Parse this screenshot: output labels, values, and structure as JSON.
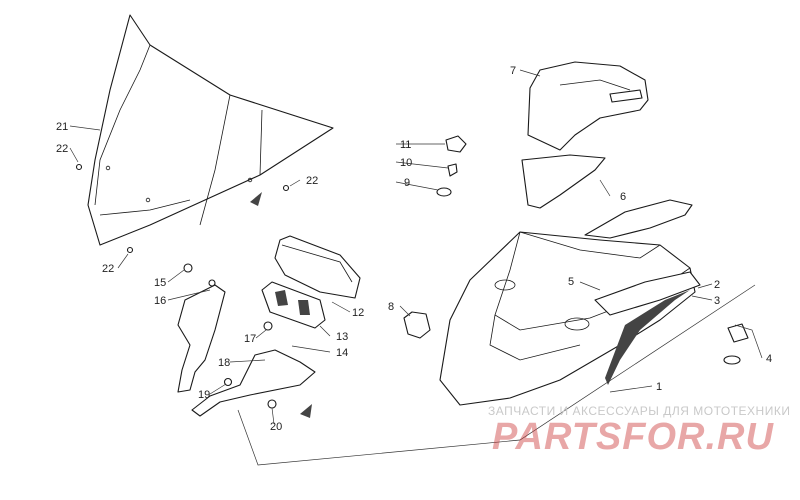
{
  "callouts": [
    "1",
    "2",
    "3",
    "4",
    "5",
    "6",
    "7",
    "8",
    "9",
    "10",
    "11",
    "12",
    "13",
    "14",
    "15",
    "16",
    "17",
    "18",
    "19",
    "20",
    "21",
    "22"
  ],
  "watermark": {
    "tagline": "ЗАПЧАСТИ И АКСЕССУАРЫ ДЛЯ МОТОТЕХНИКИ",
    "brand": "PARTSFOR.RU",
    "brand_color": "#d24a4a"
  }
}
